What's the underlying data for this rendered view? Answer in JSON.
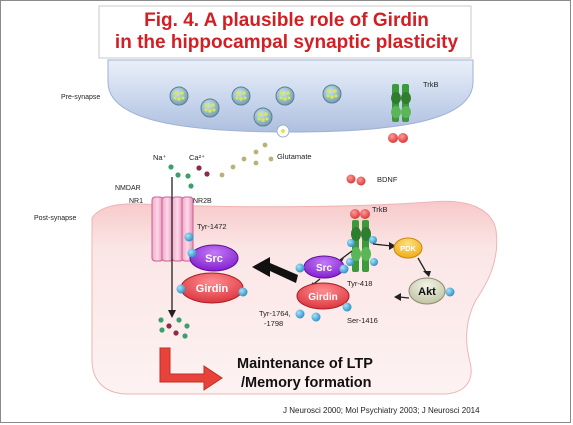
{
  "title": {
    "line1": "Fig. 4.  A plausible role of Girdin",
    "line2": "in the hippocampal synaptic plasticity"
  },
  "labels": {
    "presynapse": "Pre-synapse",
    "trkb_top": "TrkB",
    "na": "Na⁺",
    "ca": "Ca²⁺",
    "glutamate": "Glutamate",
    "bdnf": "BDNF",
    "nmdar": "NMDAR",
    "nr1": "NR1",
    "nr2b": "NR2B",
    "postsynapse": "Post-synapse",
    "tyr1472": "Tyr-1472",
    "trkb_post": "TrkB",
    "src_large": "Src",
    "girdin_large": "Girdin",
    "src_small": "Src",
    "tyr418": "Tyr-418",
    "pdk": "PDK",
    "akt": "Akt",
    "girdin_small": "Girdin",
    "tyr1764a": "Tyr-1764,",
    "tyr1764b": "-1798",
    "ser1416": "Ser-1416",
    "outcome1": "Maintenance of LTP",
    "outcome2": "/Memory formation",
    "references": "J Neurosci 2000;  Mol Psychiatry 2003;  J Neurosci 2014"
  },
  "colors": {
    "title": "#d21f24",
    "presynapse_fill": "#c9d6ec",
    "postsynapse_fill": "#fbe4e4",
    "src": "#8a22d8",
    "girdin": "#e8434b",
    "pdk": "#f2b211",
    "akt": "#d9dcc4",
    "trkb": "#3d9a3a",
    "phospho": "#3aa8d8",
    "outcome_arrow": "#e8433a"
  }
}
